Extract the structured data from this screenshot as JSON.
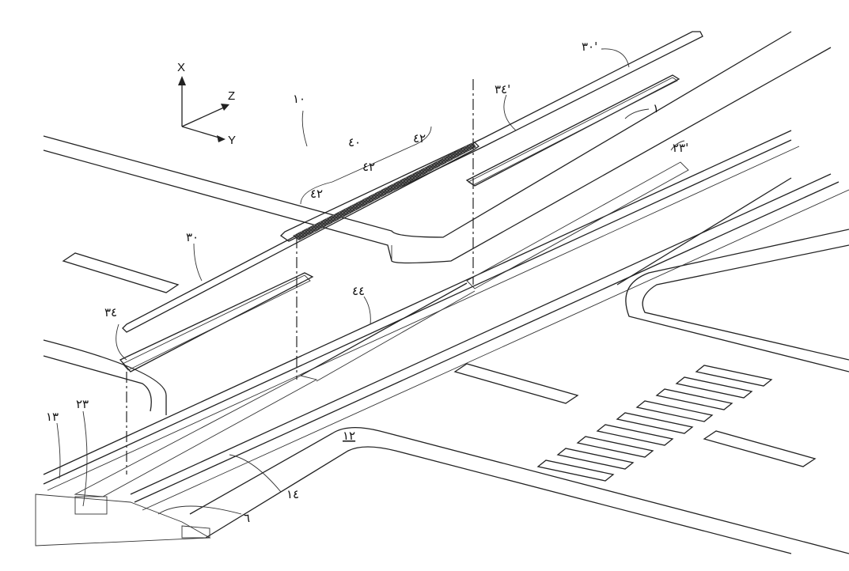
{
  "figure": {
    "axes": {
      "x": "X",
      "z": "Z",
      "y": "Y"
    },
    "labels": {
      "assembly": "١٠",
      "rail_cover_right": "٣٠'",
      "rail_top_right": "٣٤'",
      "crossing": "١",
      "filler_right": "٢٣'",
      "strip_group": "٤٠",
      "strip_a": "٤٢",
      "strip_b": "٤٢",
      "strip_c": "٤٢",
      "rail_cover_left": "٣٠",
      "rail_top_left": "٣٤",
      "rail_guide": "٤٤",
      "rail_left": "١٣",
      "filler_left": "٢٣",
      "road": "١٢",
      "rail_right": "١٤",
      "ground": "٦"
    }
  }
}
